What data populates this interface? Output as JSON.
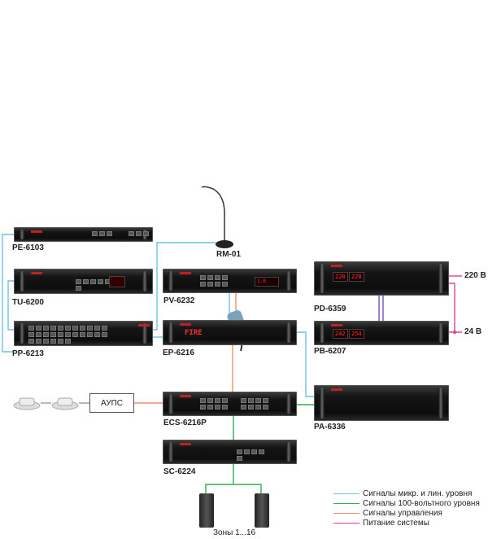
{
  "devices": {
    "pe6103": "PE-6103",
    "tu6200": "TU-6200",
    "pp6213": "PP-6213",
    "rm01": "RM-01",
    "pv6232": "PV-6232",
    "ep6216": "EP-6216",
    "ecs6216p": "ECS-6216P",
    "sc6224": "SC-6224",
    "pd6359": "PD-6359",
    "pb6207": "PB-6207",
    "pa6336": "PA-6336",
    "aups": "АУПС",
    "zones": "Зоны 1...16"
  },
  "displays": {
    "ep_fire": "FIRE",
    "pd_left": "228",
    "pd_right": "228",
    "pb_left": "242",
    "pb_right": "254"
  },
  "power": {
    "ac": "220 В",
    "dc": "24 В"
  },
  "legend": [
    {
      "label": "Сигналы микр. и лин. уровня",
      "color": "#6cc0ea"
    },
    {
      "label": "Сигналы 100-вольтного уровня",
      "color": "#2fae4e"
    },
    {
      "label": "Сигналы управления",
      "color": "#f0906a"
    },
    {
      "label": "Питание системы",
      "color": "#e0409a"
    }
  ],
  "colors": {
    "bus": "#7050c0"
  }
}
